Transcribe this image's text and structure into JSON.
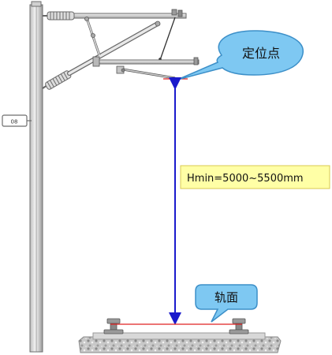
{
  "diagram": {
    "callouts": {
      "positioning_point": "定位点",
      "rail_surface": "轨面"
    },
    "height_spec": "Hmin=5000~5500mm",
    "pole_tag": "08",
    "colors": {
      "dimension_line": "#1a1acc",
      "callout_fill": "#7ec8f2",
      "callout_stroke": "#3c8fc8",
      "label_fill": "#ffffa6",
      "label_stroke": "#d8c850",
      "reference_line": "#e02020",
      "steel": "#8a8a8a"
    }
  }
}
